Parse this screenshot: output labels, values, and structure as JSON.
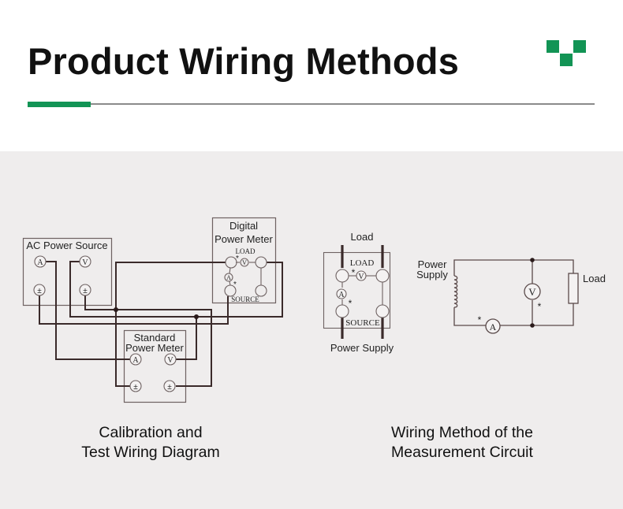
{
  "header": {
    "title": "Product Wiring Methods",
    "accent_color": "#129455",
    "logo_icon": "three-green-squares-logo"
  },
  "calibration_diagram": {
    "ac_source": {
      "label": "AC Power Source",
      "terminals": [
        "A",
        "V",
        "±",
        "±"
      ]
    },
    "digital_meter": {
      "label_line1": "Digital",
      "label_line2": "Power Meter",
      "load_label": "LOAD",
      "source_label": "SOURCE",
      "v_label": "V",
      "a_label": "A",
      "polarity_mark": "*"
    },
    "standard_meter": {
      "label_line1": "Standard",
      "label_line2": "Power Meter",
      "terminals": [
        "A",
        "V",
        "±",
        "±"
      ]
    },
    "caption_line1": "Calibration and",
    "caption_line2": "Test Wiring Diagram"
  },
  "measurement_diagram": {
    "meter": {
      "top_label": "Load",
      "bottom_label": "Power Supply",
      "load_label": "LOAD",
      "source_label": "SOURCE",
      "v_label": "V",
      "a_label": "A",
      "polarity_mark": "*"
    },
    "circuit": {
      "supply_label_line1": "Power",
      "supply_label_line2": "Supply",
      "load_label": "Load",
      "voltmeter_label": "V",
      "ammeter_label": "A",
      "polarity_mark": "*"
    },
    "caption_line1": "Wiring Method of the",
    "caption_line2": "Measurement Circuit"
  }
}
